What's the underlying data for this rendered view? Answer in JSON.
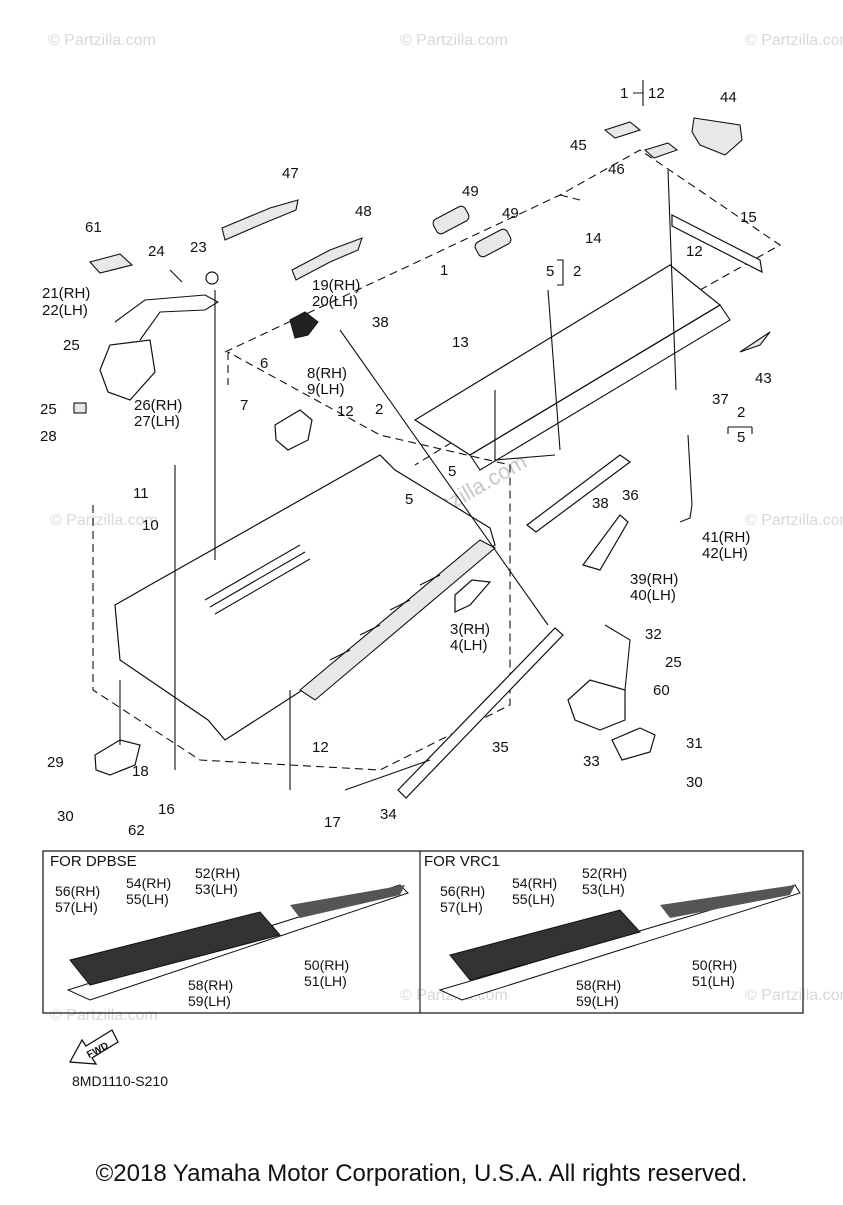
{
  "diagram": {
    "code": "8MD1110-S210",
    "fwd_label": "FWD",
    "copyright": "©2018 Yamaha Motor Corporation, U.S.A. All rights reserved.",
    "watermark": "© Partzilla.com",
    "callouts": {
      "c1": "1",
      "c12a": "12",
      "c44": "44",
      "c45": "45",
      "c46": "46",
      "c47": "47",
      "c48": "48",
      "c49a": "49",
      "c49b": "49",
      "c15": "15",
      "c61": "61",
      "c24": "24",
      "c23": "23",
      "c14": "14",
      "c12b": "12",
      "c5a": "5",
      "c2a": "2",
      "c1b": "1",
      "c21": "21(RH)",
      "c22": "22(LH)",
      "c19": "19(RH)",
      "c20": "20(LH)",
      "c38a": "38",
      "c13": "13",
      "c43": "43",
      "c25a": "25",
      "c6": "6",
      "c8": "8(RH)",
      "c9": "9(LH)",
      "c7": "7",
      "c26": "26(RH)",
      "c27": "27(LH)",
      "c25b": "25",
      "c28": "28",
      "c12c": "12",
      "c2b": "2",
      "c37": "37",
      "c2c": "2",
      "c5b": "5",
      "c11": "11",
      "c5c": "5",
      "c5d": "5",
      "c10": "10",
      "c36": "36",
      "c38b": "38",
      "c41": "41(RH)",
      "c42": "42(LH)",
      "c39": "39(RH)",
      "c40": "40(LH)",
      "c3": "3(RH)",
      "c4": "4(LH)",
      "c32": "32",
      "c25c": "25",
      "c60": "60",
      "c12d": "12",
      "c35": "35",
      "c31": "31",
      "c29": "29",
      "c18": "18",
      "c33": "33",
      "c30a": "30",
      "c16": "16",
      "c30b": "30",
      "c62": "62",
      "c17": "17",
      "c34": "34"
    },
    "panels": [
      {
        "title": "FOR DPBSE",
        "labels": [
          "56(RH)",
          "57(LH)",
          "54(RH)",
          "55(LH)",
          "52(RH)",
          "53(LH)",
          "50(RH)",
          "51(LH)",
          "58(RH)",
          "59(LH)"
        ]
      },
      {
        "title": "FOR VRC1",
        "labels": [
          "56(RH)",
          "57(LH)",
          "54(RH)",
          "55(LH)",
          "52(RH)",
          "53(LH)",
          "50(RH)",
          "51(LH)",
          "58(RH)",
          "59(LH)"
        ]
      }
    ]
  }
}
